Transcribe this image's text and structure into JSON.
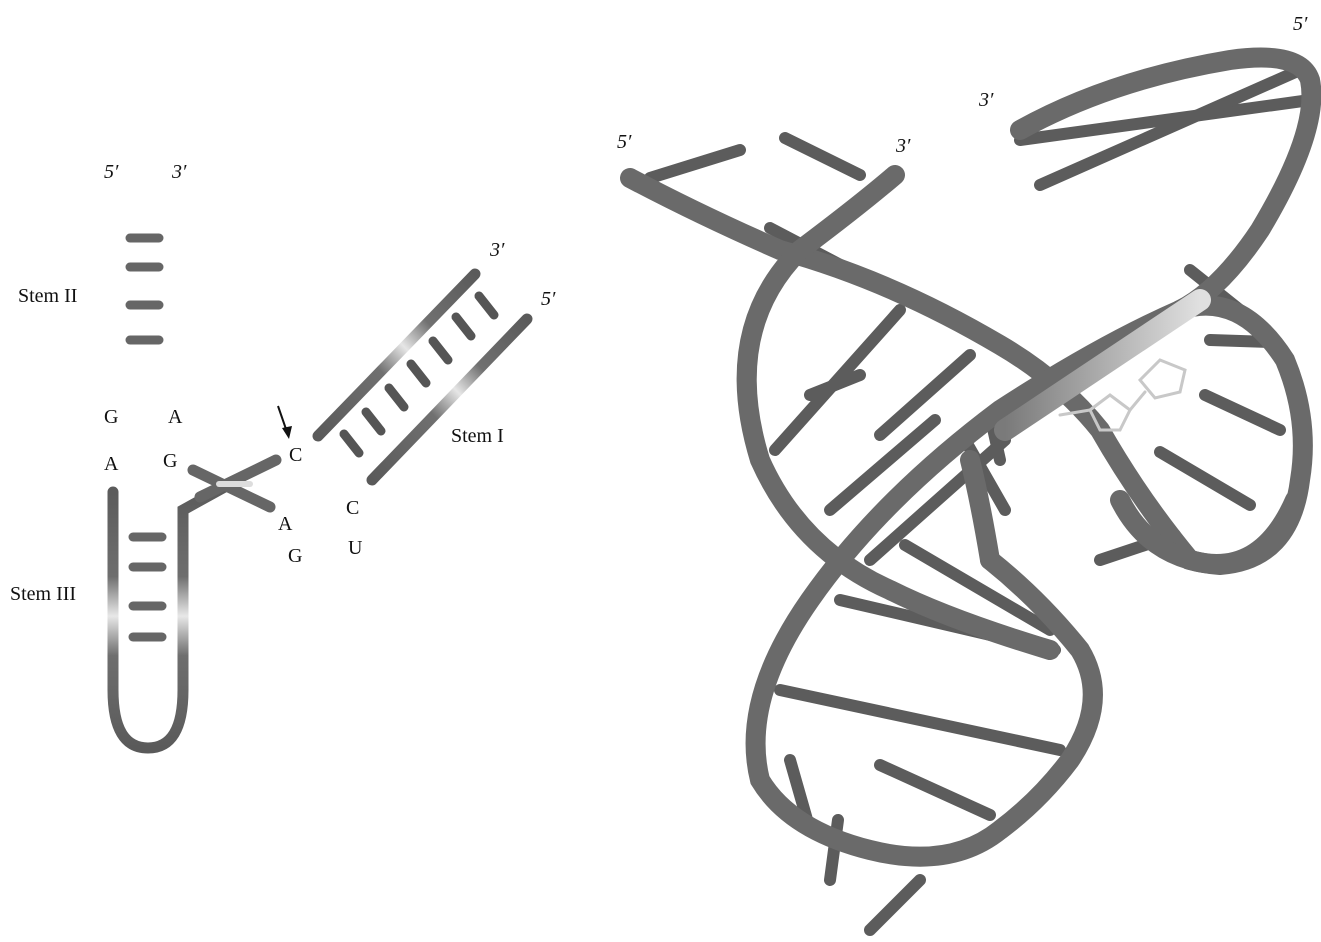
{
  "schematic": {
    "stem_labels": {
      "stem_1": "Stem I",
      "stem_2": "Stem II",
      "stem_3": "Stem III"
    },
    "stem2_ends": {
      "five_prime": "5′",
      "three_prime": "3′"
    },
    "stem1_ends": {
      "three_prime": "3′",
      "five_prime": "5′"
    },
    "nucleotides": {
      "g_under_stem2": "G",
      "a_under_stem2": "A",
      "a_left": "A",
      "g_mid": "G",
      "c_cleavage": "C",
      "a_core": "A",
      "g_core": "G",
      "c_stem1": "C",
      "u_stem1": "U"
    }
  },
  "structure_3d": {
    "ends": {
      "five_prime_left": "5′",
      "three_prime_mid": "3′",
      "three_prime_top": "3′",
      "five_prime_top_right": "5′"
    }
  },
  "colors": {
    "strand": "#6b6b6b",
    "strand_dark": "#4a4a4a",
    "highlight": "#d8d8d8",
    "text": "#111111"
  }
}
